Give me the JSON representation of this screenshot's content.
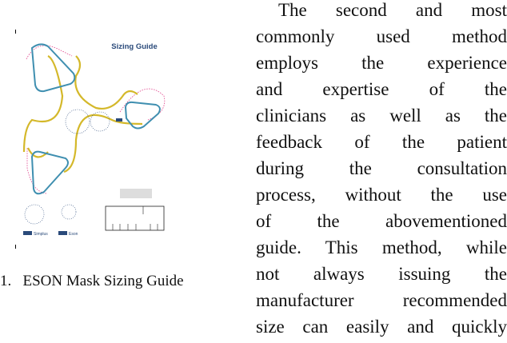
{
  "figure": {
    "title": "Sizing Guide",
    "labels": [
      "Simplus",
      "Eson"
    ],
    "colors": {
      "title": "#2a4a7a",
      "outline": "#d4b82a",
      "mask": "#3f8fb0",
      "cutline": "#e0408a"
    }
  },
  "caption": "1.   ESON Mask Sizing Guide",
  "body_lines": [
    "The second and most",
    "commonly used method",
    "employs the experience",
    "and expertise of the",
    "clinicians as well as the",
    "feedback of the patient",
    "during the consultation",
    "process, without the use",
    "of the abovementioned",
    "guide. This method, while",
    "not always issuing the",
    "manufacturer recommended",
    "size can easily and quickly"
  ]
}
